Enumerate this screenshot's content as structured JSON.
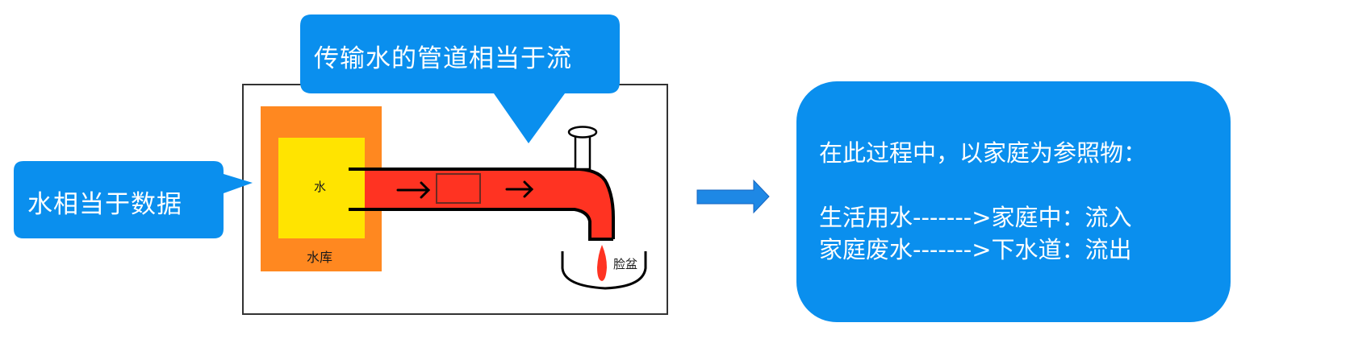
{
  "callouts": {
    "data": "水相当于数据",
    "stream": "传输水的管道相当于流"
  },
  "diagram": {
    "water_label": "水",
    "reservoir_label": "水库",
    "basin_label": "脸盆"
  },
  "result_box": {
    "heading": "在此过程中，以家庭为参照物：",
    "lines": [
      "生活用水------->家庭中：流入",
      "家庭废水------->下水道：流出"
    ]
  },
  "colors": {
    "callout_blue": "#0A8FEE",
    "arrow_blue": "#1E88E5",
    "reservoir_orange": "#FF8820",
    "water_yellow": "#FFE400",
    "pipe_red": "#FF3322",
    "frame_dark": "#333333"
  }
}
